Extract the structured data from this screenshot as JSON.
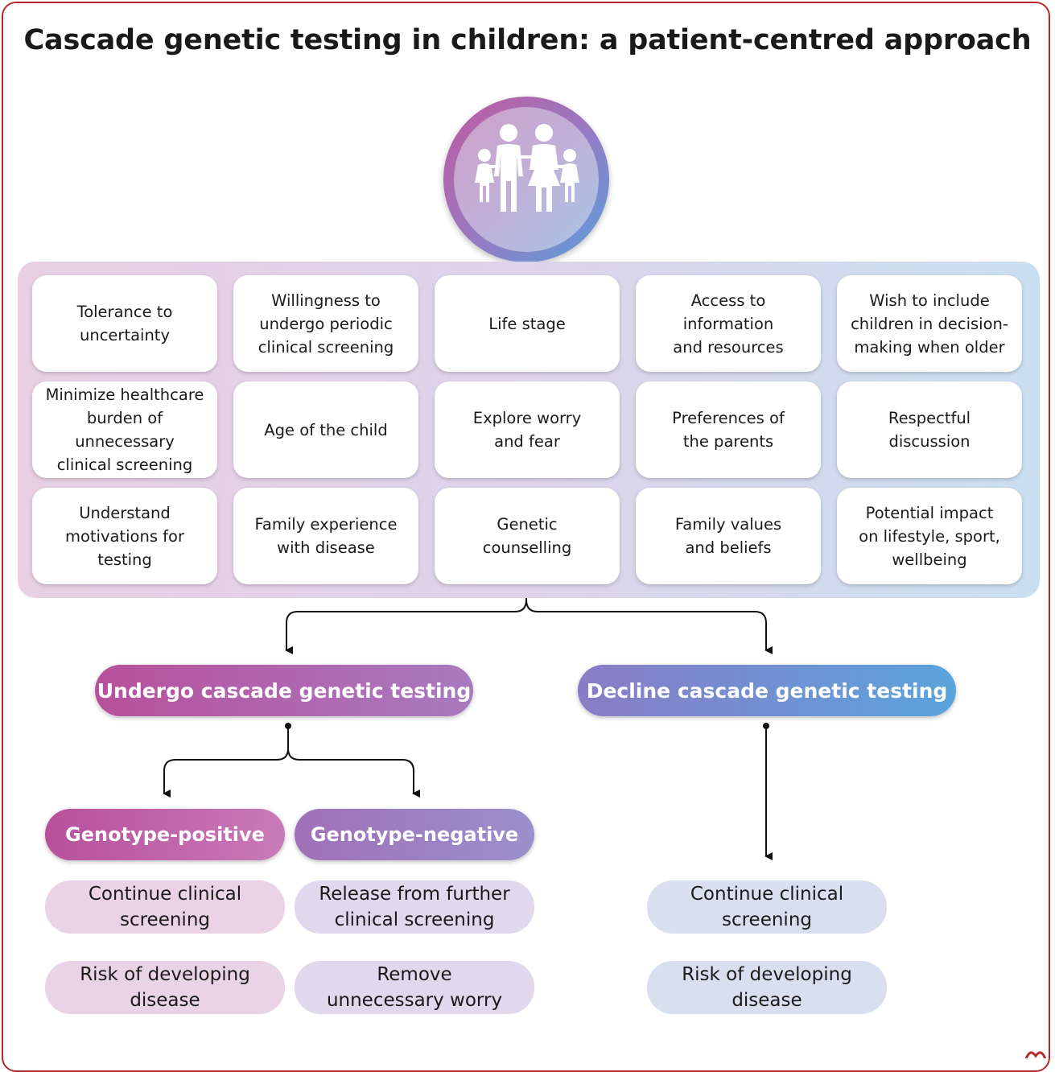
{
  "title": "Cascade genetic testing in children: a patient-centred approach",
  "center_icon": "family-icon",
  "factors": [
    "Tolerance to\nuncertainty",
    "Willingness to\nundergo periodic\nclinical screening",
    "Life stage",
    "Access to\ninformation\nand resources",
    "Wish to include\nchildren in decision-\nmaking when older",
    "Minimize healthcare\nburden of unnecessary\nclinical screening",
    "Age of the child",
    "Explore worry\nand fear",
    "Preferences of\nthe parents",
    "Respectful\ndiscussion",
    "Understand\nmotivations for\ntesting",
    "Family experience\nwith disease",
    "Genetic\ncounselling",
    "Family values\nand beliefs",
    "Potential impact\non lifestyle, sport,\nwellbeing"
  ],
  "branches": {
    "undergo": "Undergo cascade genetic testing",
    "decline": "Decline cascade genetic testing"
  },
  "genotypes": {
    "positive": "Genotype-positive",
    "negative": "Genotype-negative"
  },
  "outcomes": {
    "positive": [
      "Continue clinical\nscreening",
      "Risk of developing\ndisease"
    ],
    "negative": [
      "Release from further\nclinical screening",
      "Remove\nunnecessary worry"
    ],
    "decline": [
      "Continue clinical\nscreening",
      "Risk of developing\ndisease"
    ]
  },
  "colors": {
    "border": "#b22a2a",
    "undergo_gradient": [
      "#b8509c",
      "#a87ac0"
    ],
    "decline_gradient": [
      "#8a7cc6",
      "#5aa4dc"
    ],
    "positive_gradient": [
      "#b8509c",
      "#c87ab8"
    ],
    "negative_gradient": [
      "#a070b8",
      "#9a90cc"
    ],
    "outcome_pink": "#ead3e6",
    "outcome_lilac": "#e0d8ec",
    "outcome_blue": "#d8e0f0"
  }
}
